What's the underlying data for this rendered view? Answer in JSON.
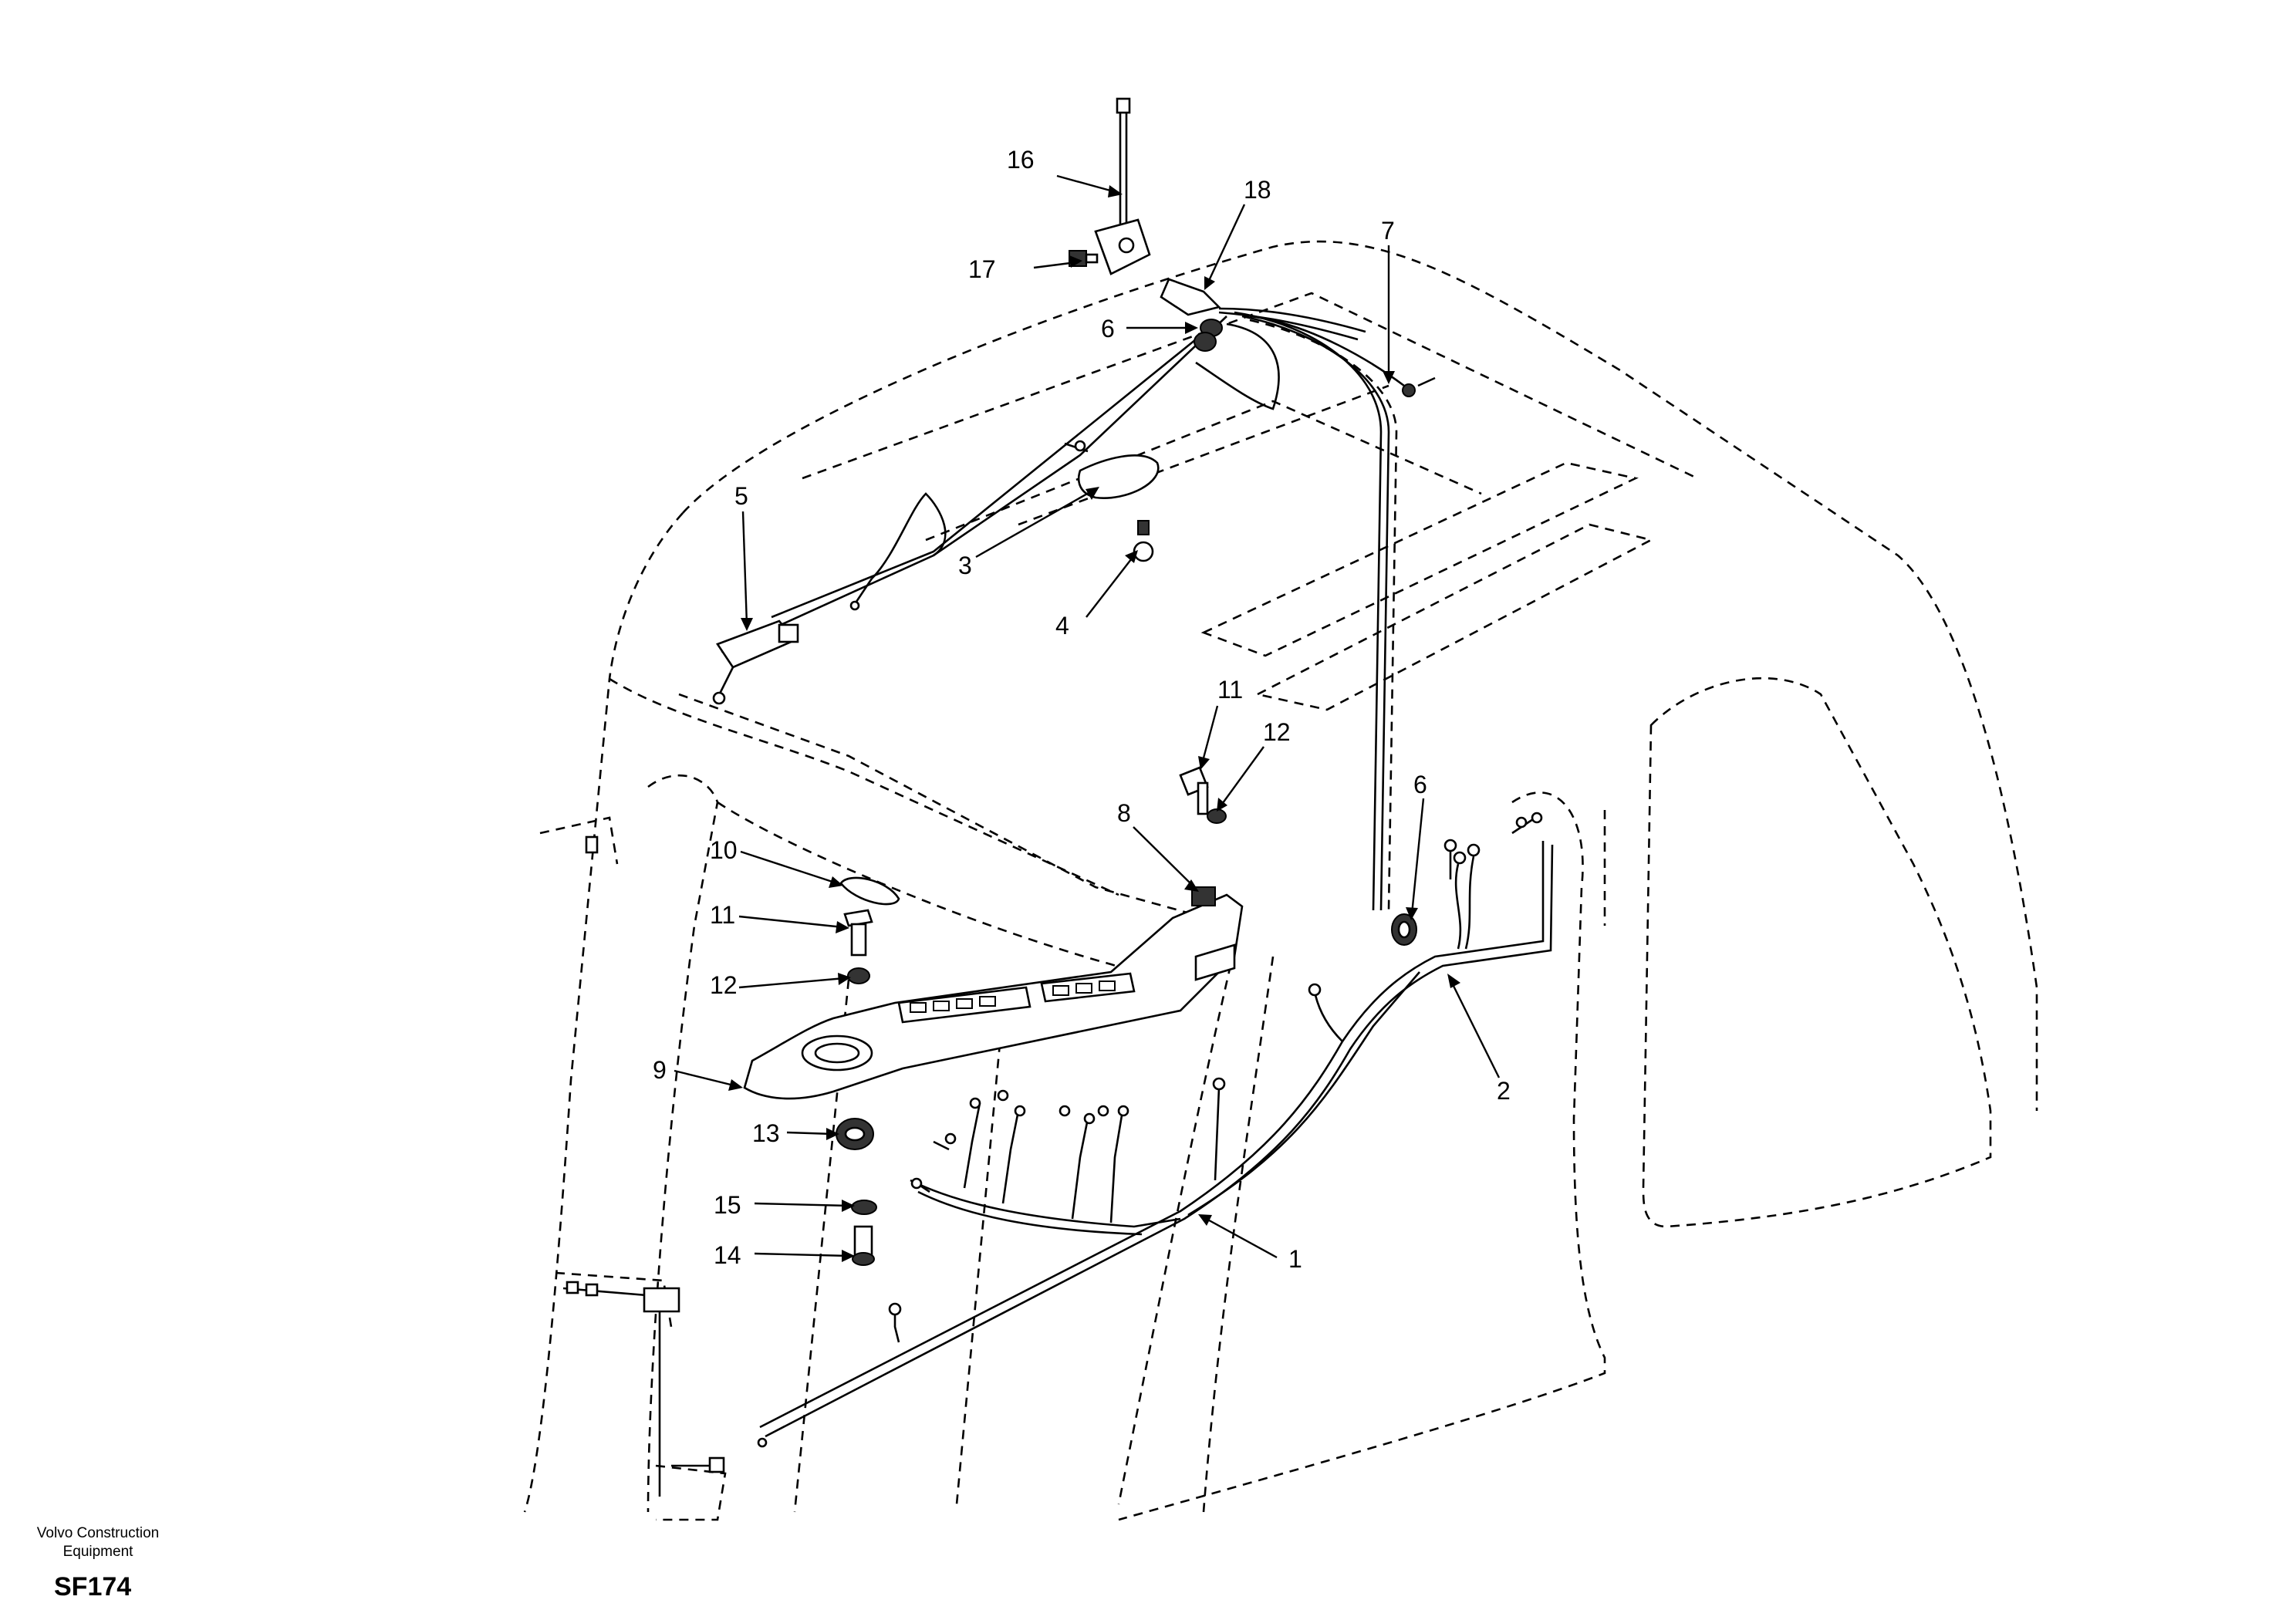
{
  "footer": {
    "brand_line1": "Volvo Construction",
    "brand_line2": "Equipment",
    "drawing_code": "SF174"
  },
  "callouts": [
    {
      "id": "1",
      "part": "harness-main"
    },
    {
      "id": "2",
      "part": "harness-right"
    },
    {
      "id": "3",
      "part": "cover-plate"
    },
    {
      "id": "4",
      "part": "screw"
    },
    {
      "id": "5",
      "part": "switch"
    },
    {
      "id": "6",
      "part": "grommet-upper"
    },
    {
      "id": "6",
      "part": "grommet-lower"
    },
    {
      "id": "7",
      "part": "clip"
    },
    {
      "id": "8",
      "part": "nut"
    },
    {
      "id": "9",
      "part": "console-panel"
    },
    {
      "id": "10",
      "part": "plug"
    },
    {
      "id": "11",
      "part": "bolt-upper"
    },
    {
      "id": "11",
      "part": "bolt-lower"
    },
    {
      "id": "12",
      "part": "washer-upper"
    },
    {
      "id": "12",
      "part": "washer-lower"
    },
    {
      "id": "13",
      "part": "nut-spring"
    },
    {
      "id": "14",
      "part": "bolt"
    },
    {
      "id": "15",
      "part": "washer"
    },
    {
      "id": "16",
      "part": "antenna"
    },
    {
      "id": "17",
      "part": "screw"
    },
    {
      "id": "18",
      "part": "antenna-cable"
    }
  ]
}
